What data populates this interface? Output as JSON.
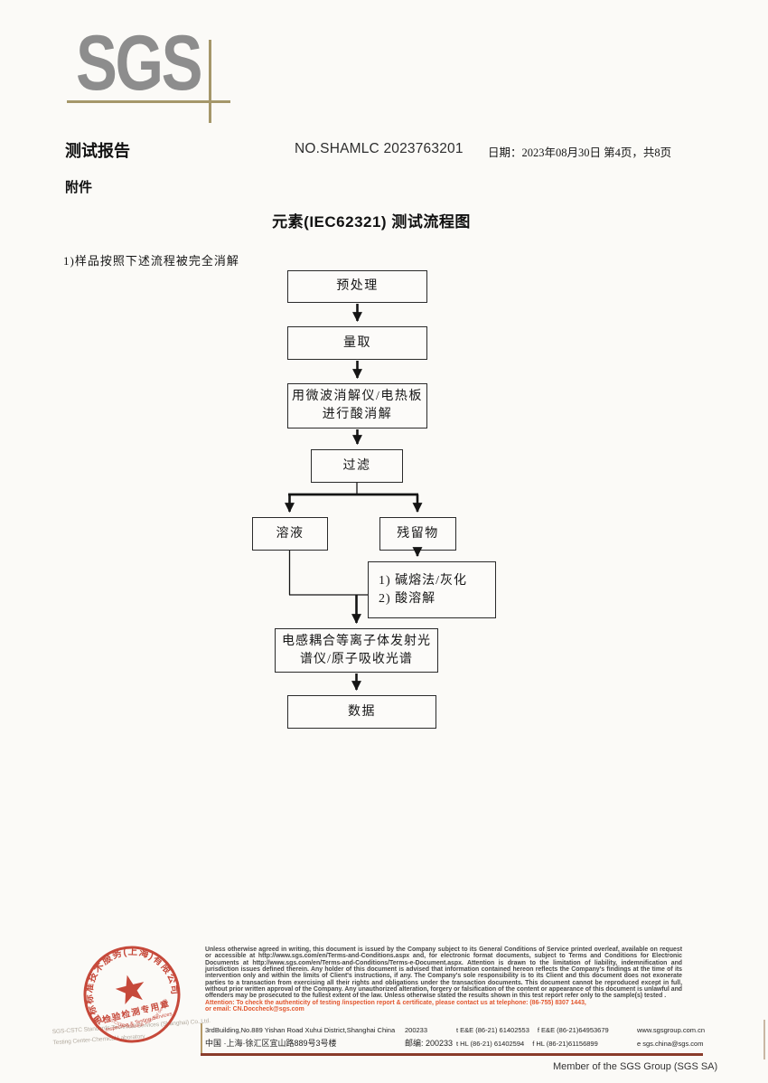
{
  "logo": {
    "text": "SGS"
  },
  "header": {
    "report_title": "测试报告",
    "report_no": "NO.SHAMLC 2023763201",
    "date_line": "日期：2023年08月30日 第4页，共8页",
    "attachment_label": "附件"
  },
  "flowchart": {
    "title": "元素(IEC62321) 测试流程图",
    "note": "1)样品按照下述流程被完全消解",
    "nodes": [
      {
        "id": "pretreatment",
        "label": "预处理"
      },
      {
        "id": "measure",
        "label": "量取"
      },
      {
        "id": "acid-digestion",
        "label": "用微波消解仪/电热板\n进行酸消解"
      },
      {
        "id": "filter",
        "label": "过滤"
      },
      {
        "id": "solution",
        "label": "溶液"
      },
      {
        "id": "residue",
        "label": "残留物"
      },
      {
        "id": "alkali-ashing",
        "label": "1) 碱熔法/灰化\n2) 酸溶解"
      },
      {
        "id": "icp-aas",
        "label": "电感耦合等离子体发射光\n谱仪/原子吸收光谱"
      },
      {
        "id": "data",
        "label": "数据"
      }
    ]
  },
  "footer": {
    "legal_text": "Unless otherwise agreed in writing, this document is issued by the Company subject to its General Conditions of Service printed overleaf, available on request or accessible at http://www.sgs.com/en/Terms-and-Conditions.aspx and, for electronic format documents, subject to Terms and Conditions for Electronic Documents at http://www.sgs.com/en/Terms-and-Conditions/Terms-e-Document.aspx. Attention is drawn to the limitation of liability, indemnification and jurisdiction issues defined therein. Any holder of this document is advised that information contained hereon reflects the Company's findings at the time of its intervention only and within the limits of Client's instructions, if any. The Company's sole responsibility is to its Client and this document does not exonerate parties to a transaction from exercising all their rights and obligations under the transaction documents. This document cannot be reproduced except in full, without prior written approval of the Company. Any unauthorized alteration, forgery or falsification of the content or appearance of this document is unlawful and offenders may be prosecuted to the fullest extent of the law. Unless otherwise stated the results shown in this test report refer only to the sample(s) tested .",
    "attention_line1": "Attention: To check the authenticity of testing /inspection report & certificate, please contact us at telephone: (86-755) 8307 1443,",
    "attention_line2": "or email: CN.Doccheck@sgs.com",
    "company_overprint_line1": "SGS-CSTC Standards Technical Services (Shanghai) Co.,Ltd.",
    "company_overprint_line2": "Testing Center-Chemical Laboratory",
    "stamp": {
      "ring_text": "通标标准技术服务(上海)有限公司",
      "seal_label": "检验检测专用章",
      "seal_label_en": "Inspection & Testing Services",
      "bottom_text": "SGS-CSTC Standards Technical Services(Shanghai)Co.,Ltd.",
      "color": "#c23a2b"
    },
    "address_en": "3rdBuilding,No.889 Yishan Road Xuhui District,Shanghai China",
    "postcode_en": "200233",
    "tel_en": "t E&E (86-21) 61402553",
    "fax_en": "f E&E (86-21)64953679",
    "website": "www.sgsgroup.com.cn",
    "address_cn": "中国 ·上海·徐汇区宜山路889号3号楼",
    "postcode_cn": "邮编: 200233",
    "tel_cn": "t HL (86-21) 61402594",
    "fax_cn": "f HL (86-21)61156899",
    "email": "e sgs.china@sgs.com",
    "member_line": "Member of the SGS Group (SGS SA)"
  },
  "colors": {
    "logo_gray": "#8d8d8d",
    "accent_tan": "#a5976a",
    "stamp_red": "#c23a2b",
    "attention_red": "#e2572f",
    "footer_rule_brown": "#8a3c2b"
  }
}
